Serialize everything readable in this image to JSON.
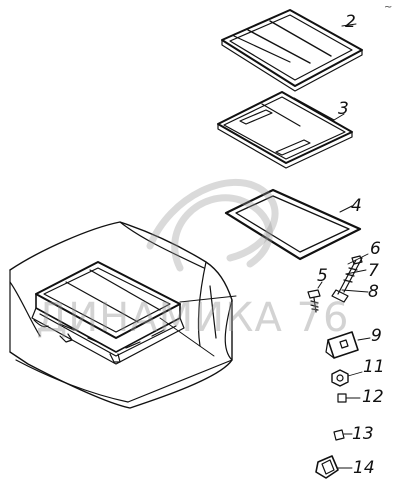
{
  "diagram": {
    "part_labels": {
      "p2": "2",
      "p3": "3",
      "p4": "4",
      "p5": "5",
      "p6": "6",
      "p7": "7",
      "p8": "8",
      "p9": "9",
      "p11": "11",
      "p12": "12",
      "p13": "13",
      "p14": "14"
    },
    "watermark_text": "ДИНАМИКА 76",
    "corner_mark": "~",
    "colors": {
      "line": "#111111",
      "watermark": "#9a9a9a"
    }
  }
}
